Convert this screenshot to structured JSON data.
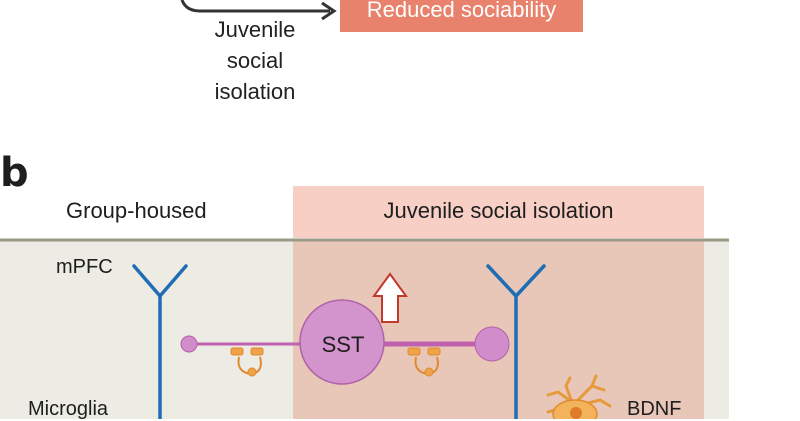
{
  "panel_a": {
    "outcome_box": "Reduced sociability",
    "condition_caption": "Juvenile\nsocial\nisolation"
  },
  "panel_b": {
    "panel_label": "b",
    "group_housed_header": "Group-housed",
    "isolation_header": "Juvenile social isolation",
    "mpfc_label": "mPFC",
    "microglia_label": "Microglia",
    "bdnf_label": "BDNF",
    "sst_label": "SST"
  },
  "colors": {
    "outcome_box": "#e8826c",
    "isolation_header_bg": "#f7cfc4",
    "group_housed_bg": "#ecebe4",
    "isolation_bg": "#e8c7b8",
    "neuron_blue": "#1f6eb5",
    "sst_purple": "#c77ec0",
    "synapse_orange": "#f0a24a",
    "arrow_red": "#c0392b"
  }
}
